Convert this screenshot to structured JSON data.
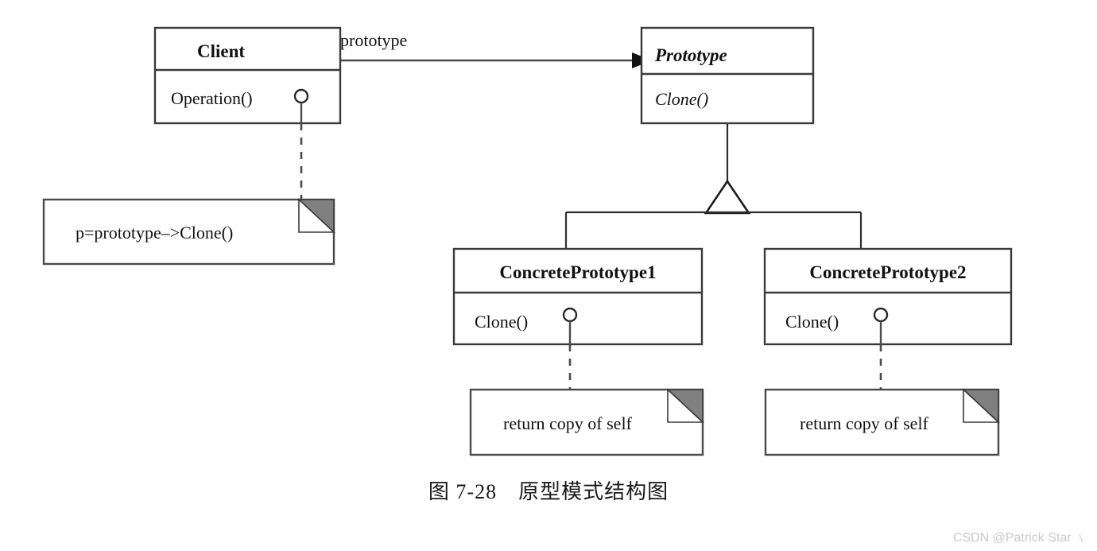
{
  "figure": {
    "caption": "图 7-28　原型模式结构图",
    "watermark": "CSDN @Patrick Star ﹨",
    "background_color": "#ffffff",
    "line_color": "#3a3a3a",
    "note_fold_color": "#808080"
  },
  "classes": [
    {
      "id": "client",
      "name": "Client",
      "abstract": false,
      "members": [
        "Operation()"
      ]
    },
    {
      "id": "prototype",
      "name": "Prototype",
      "abstract": true,
      "members": [
        "Clone()"
      ]
    },
    {
      "id": "concrete1",
      "name": "ConcretePrototype1",
      "abstract": false,
      "members": [
        "Clone()"
      ]
    },
    {
      "id": "concrete2",
      "name": "ConcretePrototype2",
      "abstract": false,
      "members": [
        "Clone()"
      ]
    }
  ],
  "notes": [
    {
      "id": "note-client",
      "text": "p=prototype–>Clone()"
    },
    {
      "id": "note-concrete1",
      "text": "return copy of self"
    },
    {
      "id": "note-concrete2",
      "text": "return copy of self"
    }
  ],
  "relationships": [
    {
      "id": "client-prototype",
      "type": "association",
      "label": "prototype",
      "from": "Client",
      "to": "Prototype",
      "arrow": "filled"
    },
    {
      "id": "prototype-concrete1",
      "type": "generalization",
      "label": "",
      "from": "ConcretePrototype1",
      "to": "Prototype",
      "arrow": "hollow-triangle"
    },
    {
      "id": "prototype-concrete2",
      "type": "generalization",
      "label": "",
      "from": "ConcretePrototype2",
      "to": "Prototype",
      "arrow": "hollow-triangle"
    }
  ],
  "chart_data": {
    "type": "diagram",
    "title": "图 7-28　原型模式结构图",
    "nodes": [
      {
        "label": "Client",
        "kind": "class",
        "members": [
          "Operation()"
        ]
      },
      {
        "label": "Prototype",
        "kind": "abstract-class",
        "members": [
          "Clone()"
        ]
      },
      {
        "label": "ConcretePrototype1",
        "kind": "class",
        "members": [
          "Clone()"
        ]
      },
      {
        "label": "ConcretePrototype2",
        "kind": "class",
        "members": [
          "Clone()"
        ]
      },
      {
        "label": "p=prototype–>Clone()",
        "kind": "note"
      },
      {
        "label": "return copy of self",
        "kind": "note"
      },
      {
        "label": "return copy of self",
        "kind": "note"
      }
    ],
    "edges": [
      {
        "from": "Client",
        "to": "Prototype",
        "kind": "association",
        "label": "prototype"
      },
      {
        "from": "ConcretePrototype1",
        "to": "Prototype",
        "kind": "generalization"
      },
      {
        "from": "ConcretePrototype2",
        "to": "Prototype",
        "kind": "generalization"
      },
      {
        "from": "Client.Operation()",
        "to": "p=prototype–>Clone()",
        "kind": "note-anchor"
      },
      {
        "from": "ConcretePrototype1.Clone()",
        "to": "return copy of self",
        "kind": "note-anchor"
      },
      {
        "from": "ConcretePrototype2.Clone()",
        "to": "return copy of self",
        "kind": "note-anchor"
      }
    ]
  }
}
